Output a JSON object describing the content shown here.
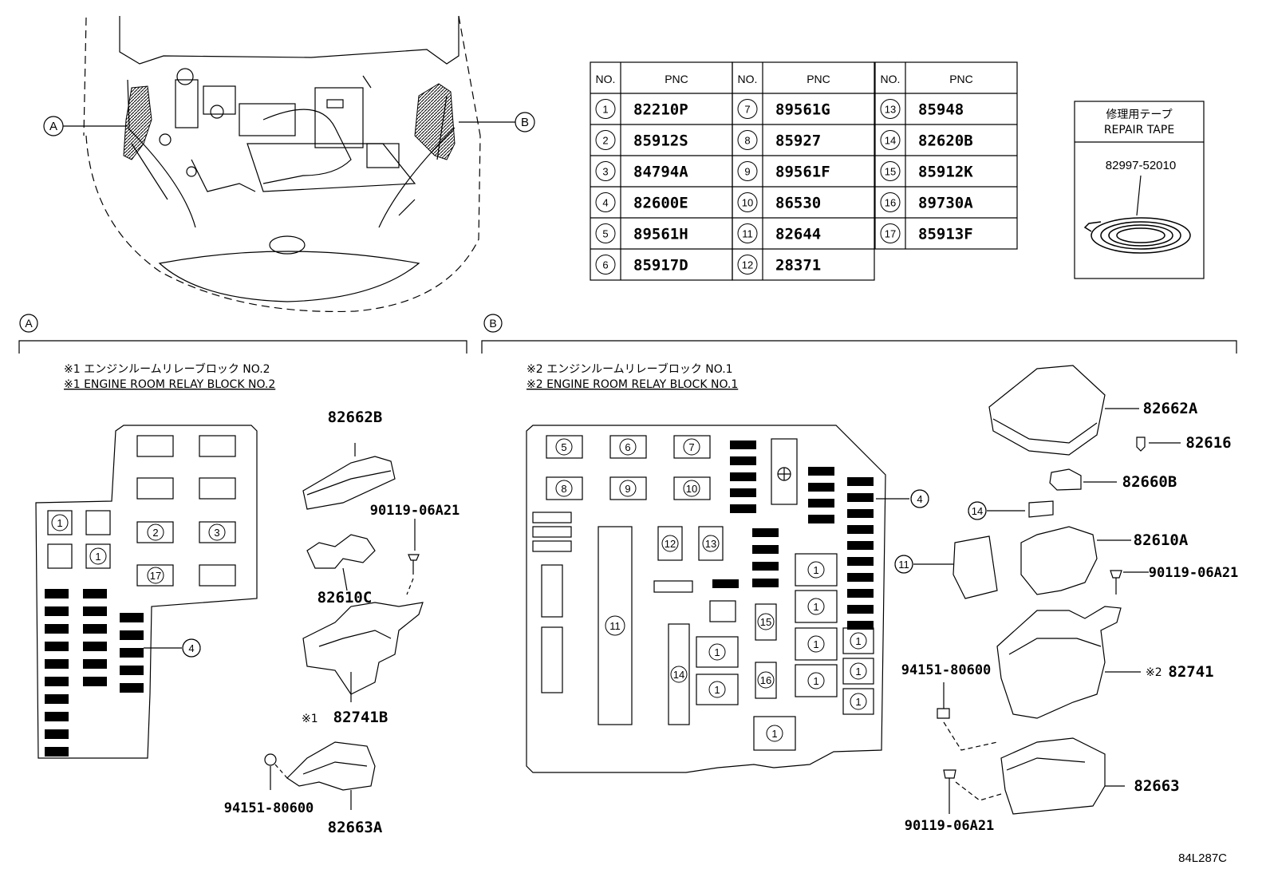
{
  "callouts": {
    "a": "A",
    "b": "B"
  },
  "table": {
    "headers": {
      "no": "NO.",
      "pnc": "PNC"
    },
    "rows": [
      {
        "no": "1",
        "pnc": "82210P"
      },
      {
        "no": "2",
        "pnc": "85912S"
      },
      {
        "no": "3",
        "pnc": "84794A"
      },
      {
        "no": "4",
        "pnc": "82600E"
      },
      {
        "no": "5",
        "pnc": "89561H"
      },
      {
        "no": "6",
        "pnc": "85917D"
      },
      {
        "no": "7",
        "pnc": "89561G"
      },
      {
        "no": "8",
        "pnc": "85927"
      },
      {
        "no": "9",
        "pnc": "89561F"
      },
      {
        "no": "10",
        "pnc": "86530"
      },
      {
        "no": "11",
        "pnc": "82644"
      },
      {
        "no": "12",
        "pnc": "28371"
      },
      {
        "no": "13",
        "pnc": "85948"
      },
      {
        "no": "14",
        "pnc": "82620B"
      },
      {
        "no": "15",
        "pnc": "85912K"
      },
      {
        "no": "16",
        "pnc": "89730A"
      },
      {
        "no": "17",
        "pnc": "85913F"
      }
    ]
  },
  "repair_tape": {
    "title_jp": "修理用テープ",
    "title_en": "REPAIR TAPE",
    "part": "82997-52010"
  },
  "section_a": {
    "label_jp": "※1 エンジンルームリレーブロック NO.2",
    "label_en": "※1 ENGINE ROOM RELAY BLOCK NO.2",
    "parts": {
      "cover": "82662B",
      "bolt": "90119-06A21",
      "bracket": "82610C",
      "marker": "※1",
      "block": "82741B",
      "nut": "94151-80600",
      "lower": "82663A"
    }
  },
  "section_b": {
    "label_jp": "※2 エンジンルームリレーブロック NO.1",
    "label_en": "※2 ENGINE ROOM RELAY BLOCK NO.1",
    "parts": {
      "cover": "82662A",
      "fuse": "82616",
      "puller": "82660B",
      "bracket": "82610A",
      "bolt1": "90119-06A21",
      "marker": "※2",
      "block": "82741",
      "nut": "94151-80600",
      "lower": "82663",
      "bolt2": "90119-06A21"
    }
  },
  "fuse_numbers": {
    "n1": "1",
    "n2": "2",
    "n3": "3",
    "n4": "4",
    "n5": "5",
    "n6": "6",
    "n7": "7",
    "n8": "8",
    "n9": "9",
    "n10": "10",
    "n11": "11",
    "n12": "12",
    "n13": "13",
    "n14": "14",
    "n15": "15",
    "n16": "16",
    "n17": "17"
  },
  "diagram_code": "84L287C"
}
